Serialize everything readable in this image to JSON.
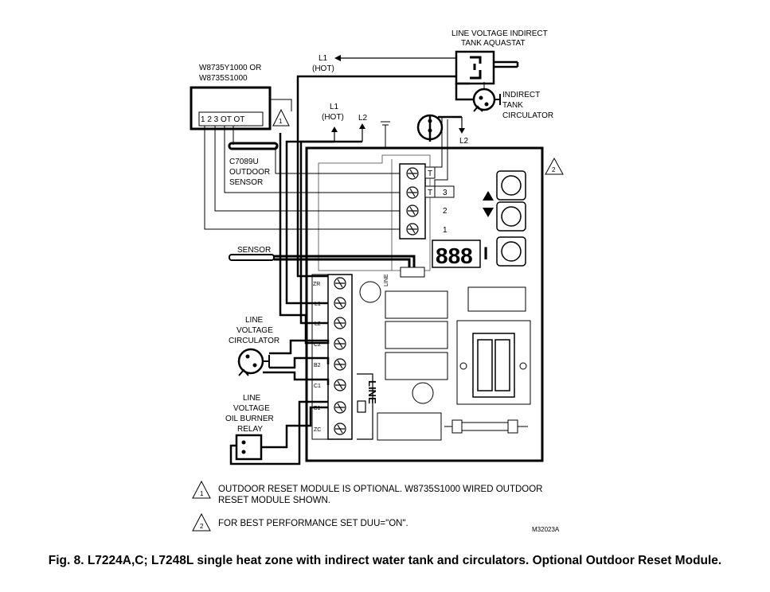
{
  "labels": {
    "aquastat_line1": "LINE VOLTAGE INDIRECT",
    "aquastat_line2": "TANK AQUASTAT",
    "l1_top": "L1",
    "hot_top": "(HOT)",
    "module_line1": "W8735Y1000 OR",
    "module_line2": "W8735S1000",
    "module_terminals": "1  2  3 OT OT",
    "l1_mid": "L1",
    "hot_mid": "(HOT)",
    "l2_mid": "L2",
    "indirect_line1": "INDIRECT",
    "indirect_line2": "TANK",
    "indirect_line3": "CIRCULATOR",
    "l2_right": "L2",
    "sensor_outdoor_line1": "C7089U",
    "sensor_outdoor_line2": "OUTDOOR",
    "sensor_outdoor_line3": "SENSOR",
    "term_t1": "T",
    "term_t2": "T",
    "term_3": "3",
    "term_2": "2",
    "term_1": "1",
    "sensor": "SENSOR",
    "display": "888",
    "btn_i": "I",
    "line_conn": "LINE",
    "zr": "ZR",
    "l1_term": "L1",
    "l2_term": "L2",
    "c2_term": "C2",
    "b2_term": "B2",
    "c1_term": "C1",
    "b1_term": "B1",
    "zc_term": "ZC",
    "line_vert": "LINE",
    "circ_line1": "LINE",
    "circ_line2": "VOLTAGE",
    "circ_line3": "CIRCULATOR",
    "relay_line1": "LINE",
    "relay_line2": "VOLTAGE",
    "relay_line3": "OIL BURNER",
    "relay_line4": "RELAY",
    "warn_1": "1",
    "warn_2": "2",
    "note1_num": "1",
    "note1_line1": "OUTDOOR RESET MODULE IS OPTIONAL.  W8735S1000 WIRED OUTDOOR",
    "note1_line2": "RESET MODULE SHOWN.",
    "note2_num": "2",
    "note2_text": "FOR BEST PERFORMANCE SET DUU=\"ON\".",
    "figure_code": "M32023A"
  },
  "caption": "Fig. 8. L7224A,C; L7248L single heat zone with indirect water tank and circulators. Optional Outdoor Reset Module."
}
